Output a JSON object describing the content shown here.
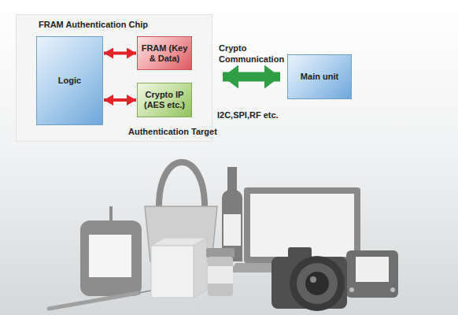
{
  "diagram": {
    "nodes": [
      {
        "text": [
          "FRAM Authentication Chip",
          "Authentication Target"
        ]
      },
      {
        "text": [
          "Logic"
        ],
        "in": 0
      },
      {
        "text": [
          "FRAM (Key & Data)"
        ],
        "in": 0
      },
      {
        "text": [
          "Crypto IP (AES etc.)"
        ],
        "in": 0
      },
      {
        "text": [
          "Main unit"
        ]
      }
    ],
    "edges": [
      {
        "from": 1,
        "to": 2,
        "arrow": "both"
      },
      {
        "from": 1,
        "to": 3,
        "arrow": "both"
      },
      {
        "from": 0,
        "to": 4,
        "arrow": "both",
        "label": "Crypto Communication"
      }
    ],
    "labels": [
      "I2C,SPI,RF etc."
    ]
  }
}
